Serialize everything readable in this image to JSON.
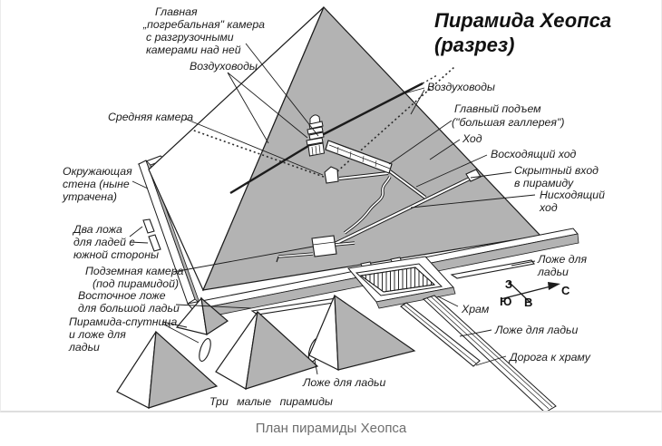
{
  "title": {
    "line1": "Пирамида Хеопса",
    "line2": "(разрез)"
  },
  "caption": "План пирамиды Хеопса",
  "colors": {
    "pyramid_gray": "#b3b3b3",
    "outline": "#1c1c1c",
    "label_text": "#1c1c1c",
    "caption_gray": "#6e6e6e",
    "background": "#ffffff"
  },
  "compass": {
    "north": "С",
    "south": "Ю",
    "west": "З",
    "east": "В"
  },
  "labels": {
    "main_chamber": [
      "Главная",
      "„погребальная\" камера",
      "с разгрузочными",
      "камерами над ней"
    ],
    "air_ducts_left": "Воздуховоды",
    "middle_chamber": "Средняя камера",
    "wall": [
      "Окружающая",
      "стена (ныне",
      "утрачена)"
    ],
    "two_beds": [
      "Два ложа",
      "для ладей с",
      "южной стороны"
    ],
    "underground_chamber": [
      "Подземная камера",
      "(под пирамидой)"
    ],
    "east_bed": [
      "Восточное ложе",
      "для большой ладьи"
    ],
    "satellite_pyramid": [
      "Пирамида-спутница",
      "и ложе для",
      "ладьи"
    ],
    "boat_bed_bottom": "Ложе для ладьи",
    "three_pyramids": "Три малые пирамиды",
    "air_ducts_right": "Воздуховоды",
    "grand_gallery": [
      "Главный подъем",
      "(\"большая галлерея\")"
    ],
    "passage": "Ход",
    "ascending_passage": "Восходящий ход",
    "hidden_entrance": [
      "Скрытный вход",
      "в пирамиду"
    ],
    "descending_passage": [
      "Нисходящий",
      "ход"
    ],
    "boat_bed_right": [
      "Ложе для",
      "ладьи"
    ],
    "temple": "Храм",
    "boat_bed_lower": "Ложе для ладьи",
    "road_to_temple": "Дорога к храму"
  }
}
